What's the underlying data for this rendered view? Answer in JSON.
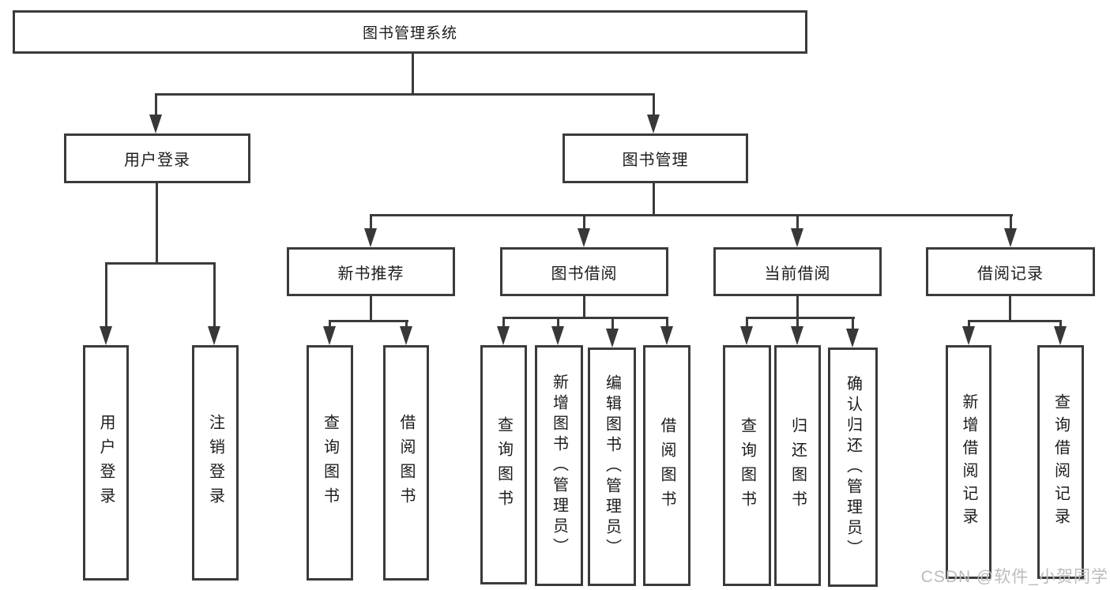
{
  "diagram": {
    "nodes": {
      "root": "图书管理系统",
      "user_login": "用户登录",
      "book_management": "图书管理",
      "new_book_recommendation": "新书推荐",
      "book_borrowing": "图书借阅",
      "current_borrowing": "当前借阅",
      "borrowing_records": "借阅记录",
      "user_login_leaf": "用户登录",
      "logout_leaf": "注销登录",
      "recommend_query_books": "查询图书",
      "recommend_borrow_books": "借阅图书",
      "borrowing_query_books": "查询图书",
      "borrowing_add_books_admin": "新增图书（管理员）",
      "borrowing_edit_books_admin": "编辑图书（管理员）",
      "borrowing_borrow_books": "借阅图书",
      "current_query_books": "查询图书",
      "current_return_books": "归还图书",
      "current_confirm_return_admin": "确认归还（管理员）",
      "records_add_borrow_record": "新增借阅记录",
      "records_query_borrow_record": "查询借阅记录"
    },
    "watermark": "CSDN @软件_小贺同学",
    "colors": {
      "line": "#3b3b3b",
      "border": "#3b3b3b",
      "text": "#1c1c1c",
      "watermark": "#bcbcbc",
      "background": "#ffffff"
    }
  }
}
